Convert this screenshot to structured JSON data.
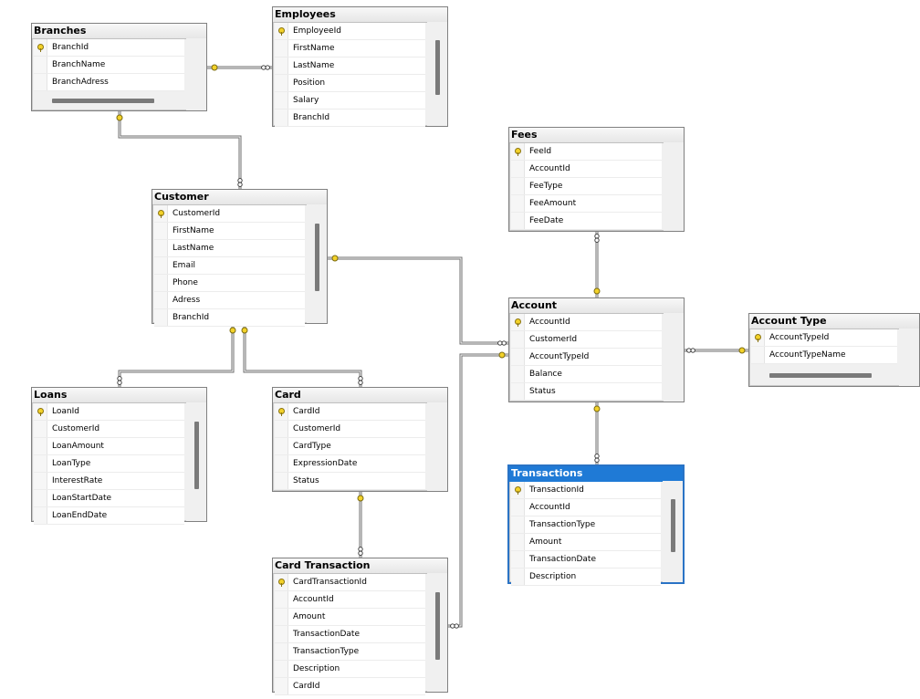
{
  "tables": {
    "branches": {
      "title": "Branches",
      "columns": [
        {
          "name": "BranchId",
          "pk": true
        },
        {
          "name": "BranchName",
          "pk": false
        },
        {
          "name": "BranchAdress",
          "pk": false
        }
      ]
    },
    "employees": {
      "title": "Employees",
      "columns": [
        {
          "name": "EmployeeId",
          "pk": true
        },
        {
          "name": "FirstName",
          "pk": false
        },
        {
          "name": "LastName",
          "pk": false
        },
        {
          "name": "Position",
          "pk": false
        },
        {
          "name": "Salary",
          "pk": false
        },
        {
          "name": "BranchId",
          "pk": false
        }
      ]
    },
    "customer": {
      "title": "Customer",
      "columns": [
        {
          "name": "CustomerId",
          "pk": true
        },
        {
          "name": "FirstName",
          "pk": false
        },
        {
          "name": "LastName",
          "pk": false
        },
        {
          "name": "Email",
          "pk": false
        },
        {
          "name": "Phone",
          "pk": false
        },
        {
          "name": "Adress",
          "pk": false
        },
        {
          "name": "BranchId",
          "pk": false
        }
      ]
    },
    "fees": {
      "title": "Fees",
      "columns": [
        {
          "name": "FeeId",
          "pk": true
        },
        {
          "name": "AccountId",
          "pk": false
        },
        {
          "name": "FeeType",
          "pk": false
        },
        {
          "name": "FeeAmount",
          "pk": false
        },
        {
          "name": "FeeDate",
          "pk": false
        }
      ]
    },
    "account": {
      "title": "Account",
      "columns": [
        {
          "name": "AccountId",
          "pk": true
        },
        {
          "name": "CustomerId",
          "pk": false
        },
        {
          "name": "AccountTypeId",
          "pk": false
        },
        {
          "name": "Balance",
          "pk": false
        },
        {
          "name": "Status",
          "pk": false
        }
      ]
    },
    "account_type": {
      "title": "Account Type",
      "columns": [
        {
          "name": "AccountTypeId",
          "pk": true
        },
        {
          "name": "AccountTypeName",
          "pk": false
        }
      ]
    },
    "loans": {
      "title": "Loans",
      "columns": [
        {
          "name": "LoanId",
          "pk": true
        },
        {
          "name": "CustomerId",
          "pk": false
        },
        {
          "name": "LoanAmount",
          "pk": false
        },
        {
          "name": "LoanType",
          "pk": false
        },
        {
          "name": "InterestRate",
          "pk": false
        },
        {
          "name": "LoanStartDate",
          "pk": false
        },
        {
          "name": "LoanEndDate",
          "pk": false
        }
      ]
    },
    "card": {
      "title": "Card",
      "columns": [
        {
          "name": "CardId",
          "pk": true
        },
        {
          "name": "CustomerId",
          "pk": false
        },
        {
          "name": "CardType",
          "pk": false
        },
        {
          "name": "ExpressionDate",
          "pk": false
        },
        {
          "name": "Status",
          "pk": false
        }
      ]
    },
    "transactions": {
      "title": "Transactions",
      "selected": true,
      "columns": [
        {
          "name": "TransactionId",
          "pk": true
        },
        {
          "name": "AccountId",
          "pk": false
        },
        {
          "name": "TransactionType",
          "pk": false
        },
        {
          "name": "Amount",
          "pk": false
        },
        {
          "name": "TransactionDate",
          "pk": false
        },
        {
          "name": "Description",
          "pk": false
        }
      ]
    },
    "card_transaction": {
      "title": "Card Transaction",
      "columns": [
        {
          "name": "CardTransactionId",
          "pk": true
        },
        {
          "name": "AccountId",
          "pk": false
        },
        {
          "name": "Amount",
          "pk": false
        },
        {
          "name": "TransactionDate",
          "pk": false
        },
        {
          "name": "TransactionType",
          "pk": false
        },
        {
          "name": "Description",
          "pk": false
        },
        {
          "name": "CardId",
          "pk": false
        }
      ]
    }
  },
  "colors": {
    "selected_border": "#2a73c5",
    "selected_header": "#1f7ad6",
    "key_icon": "#f3d22a",
    "connector": "#6e6e6e"
  }
}
